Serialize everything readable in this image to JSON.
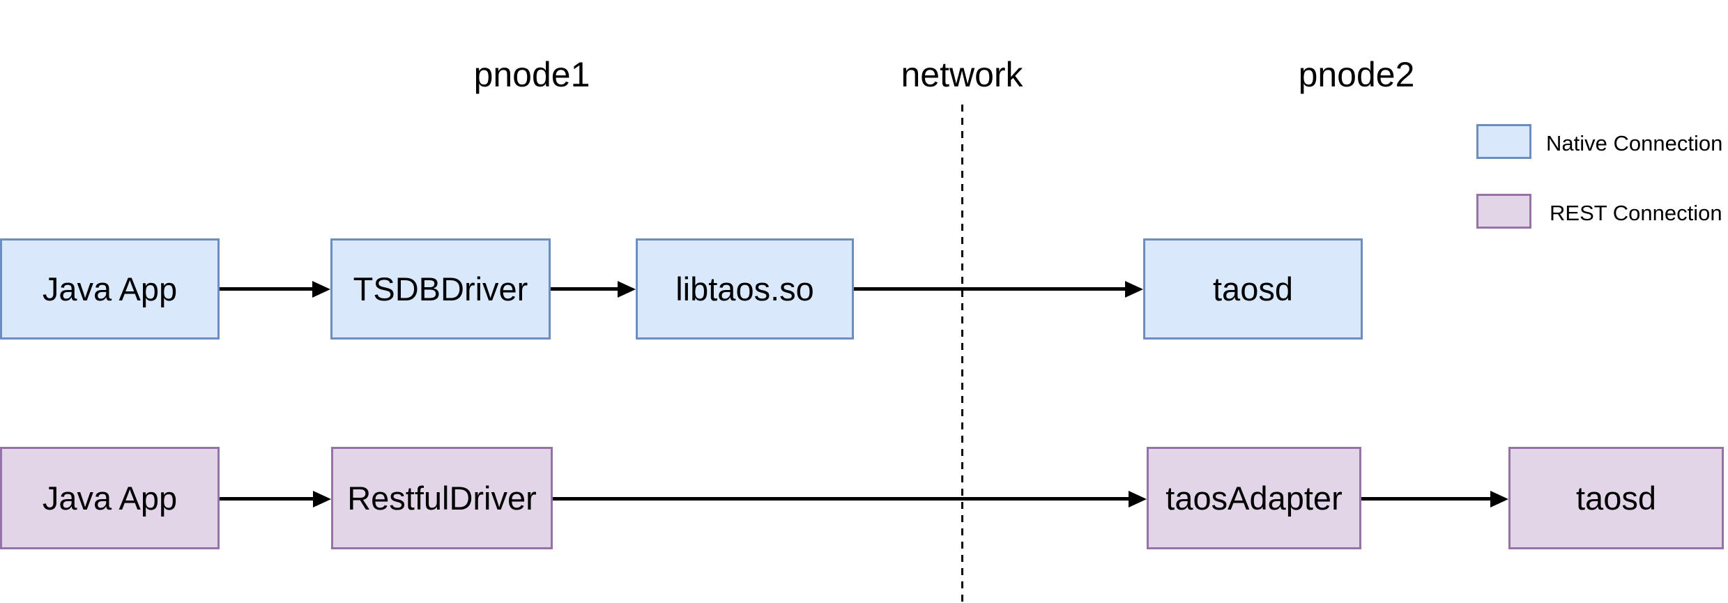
{
  "header": {
    "pnode1": "pnode1",
    "network": "network",
    "pnode2": "pnode2"
  },
  "native_row": {
    "java_app": "Java App",
    "tsdb_driver": "TSDBDriver",
    "libtaos": "libtaos.so",
    "taosd": "taosd"
  },
  "rest_row": {
    "java_app": "Java App",
    "restful_driver": "RestfulDriver",
    "taos_adapter": "taosAdapter",
    "taosd": "taosd"
  },
  "legend": {
    "native": {
      "label": "Native Connection",
      "fill": "#dae8fc",
      "border": "#6c8ebf"
    },
    "rest": {
      "label": "REST Connection",
      "fill": "#e1d5e7",
      "border": "#9673a6"
    }
  },
  "colors": {
    "background": "#ffffff",
    "line": "#000000",
    "text": "#000000",
    "native_fill": "#dae8fc",
    "native_border": "#6c8ebf",
    "rest_fill": "#e1d5e7",
    "rest_border": "#9673a6"
  }
}
